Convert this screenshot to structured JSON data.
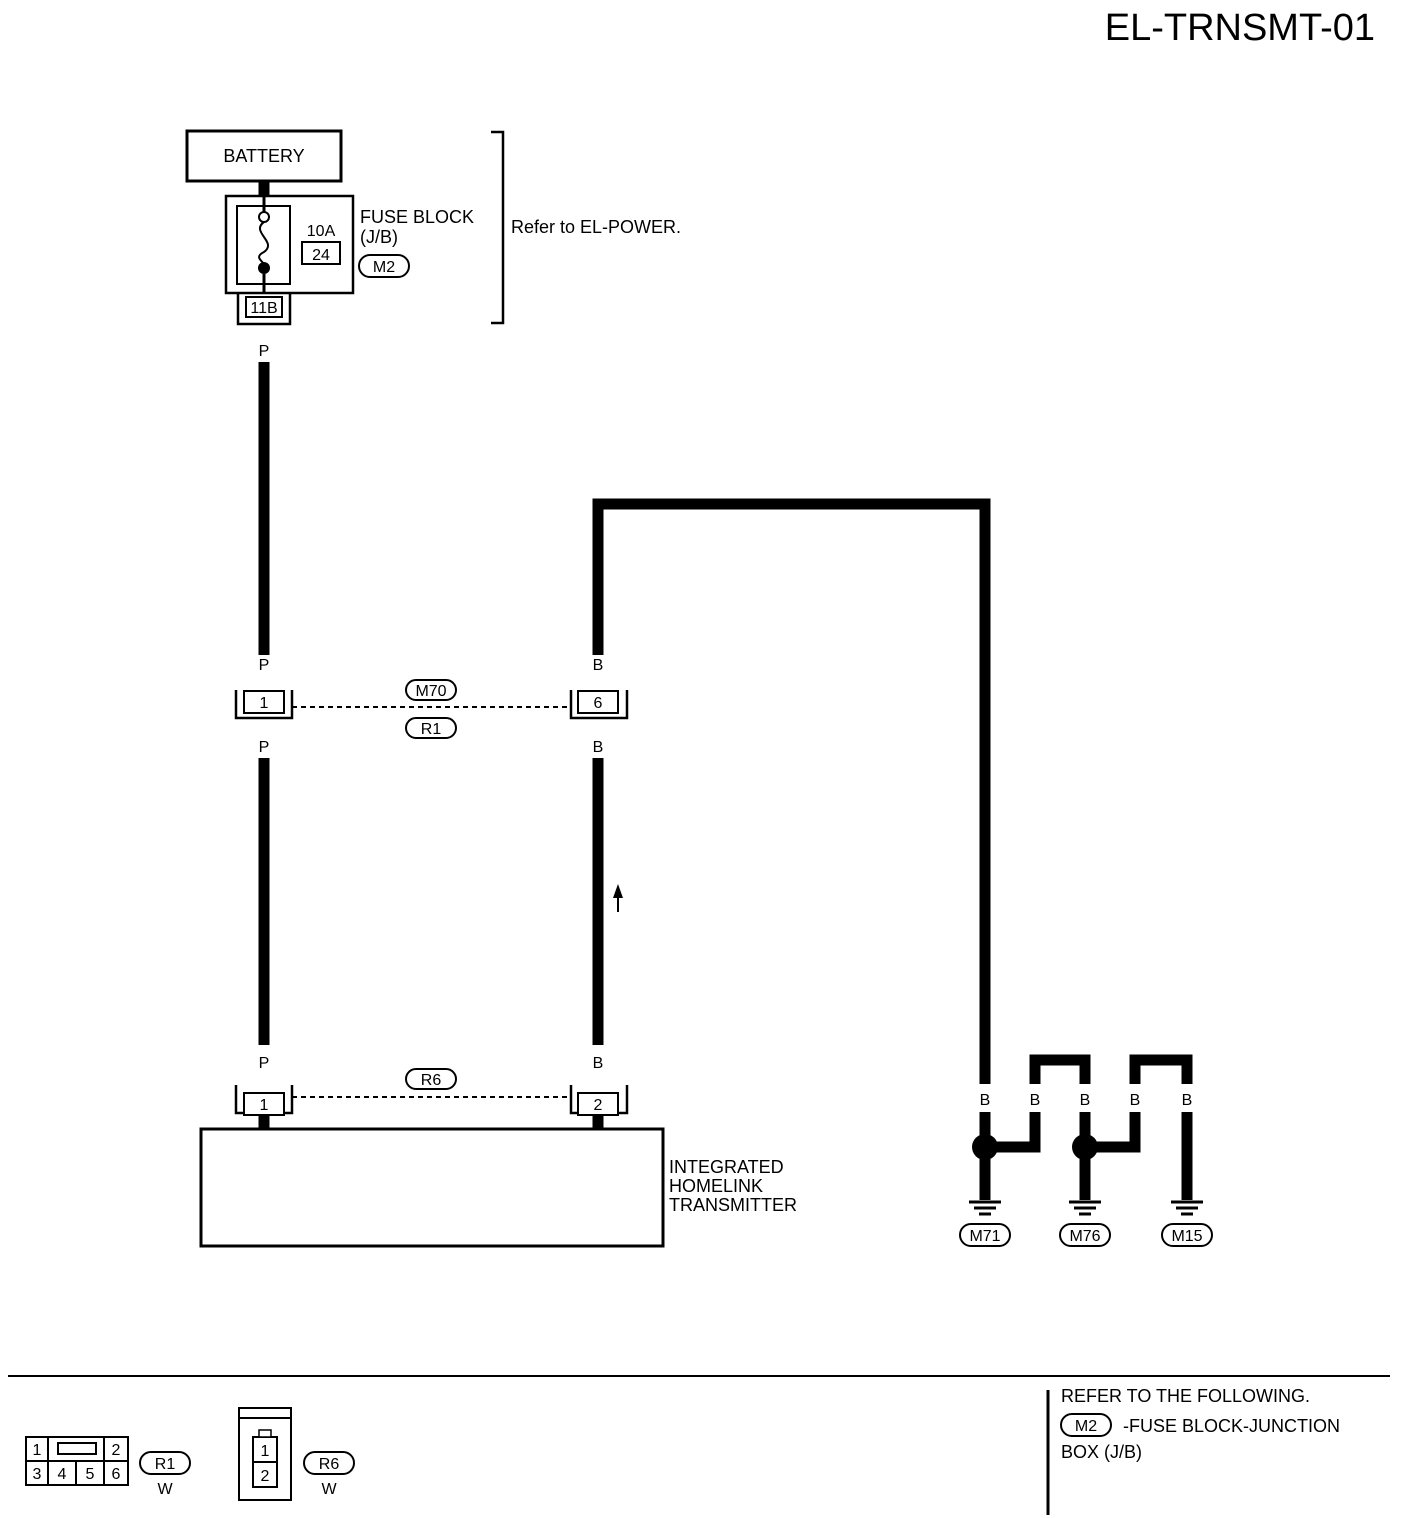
{
  "page_title": "EL-TRNSMT-01",
  "battery": {
    "label": "BATTERY"
  },
  "fuse_block": {
    "label_line1": "FUSE BLOCK",
    "label_line2": "(J/B)",
    "amperage": "10A",
    "fuse_number": "24",
    "connector_id": "M2",
    "terminal": "11B",
    "note": "Refer to EL-POWER."
  },
  "wire_colors": {
    "power": "P",
    "ground": "B"
  },
  "connectors": {
    "inline_top": {
      "id_top": "M70",
      "id_bottom": "R1",
      "left_pin": "1",
      "right_pin": "6"
    },
    "transmitter": {
      "id": "R6",
      "left_pin": "1",
      "right_pin": "2"
    }
  },
  "transmitter": {
    "line1": "INTEGRATED",
    "line2": "HOMELINK",
    "line3": "TRANSMITTER"
  },
  "grounds": [
    "M71",
    "M76",
    "M15"
  ],
  "connector_faces": [
    {
      "id": "R1",
      "color": "W",
      "pins": [
        "1",
        "2",
        "3",
        "4",
        "5",
        "6"
      ]
    },
    {
      "id": "R6",
      "color": "W",
      "pins": [
        "1",
        "2"
      ]
    }
  ],
  "footer_note": {
    "heading": "REFER TO THE FOLLOWING.",
    "connector_id": "M2",
    "line1": "-FUSE BLOCK-JUNCTION",
    "line2": "BOX (J/B)"
  }
}
